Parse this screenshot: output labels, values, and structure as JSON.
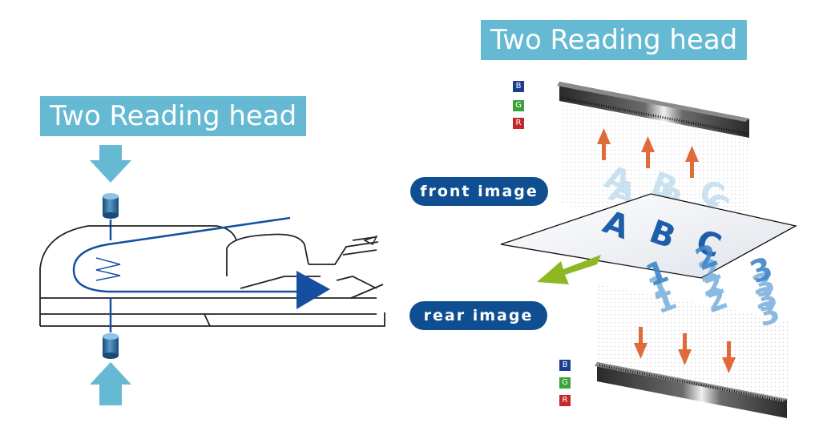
{
  "left_panel": {
    "title": "Two Reading head"
  },
  "right_panel": {
    "title": "Two Reading head"
  },
  "labels": {
    "front_image": "front image",
    "rear_image": "rear image"
  },
  "channels": {
    "top": [
      "B",
      "G",
      "R"
    ],
    "bottom": [
      "B",
      "G",
      "R"
    ]
  },
  "page_letters": [
    "A",
    "B",
    "C"
  ],
  "rear_digits": [
    "1",
    "2",
    "3"
  ],
  "colors": {
    "label_bg": "#66b9d3",
    "pill_bg": "#0f4f91",
    "channel_blue": "#1d3e8f",
    "channel_green": "#3aa33a",
    "channel_red": "#c12a2a",
    "arrow_orange": "#e06a3a",
    "feed_arrow_green": "#8db824",
    "path_blue": "#1550a0"
  },
  "icons": [
    "down-arrow-icon",
    "up-arrow-icon",
    "sensor-cylinder-icon",
    "feed-arrow-icon",
    "reading-head-bar-icon"
  ]
}
